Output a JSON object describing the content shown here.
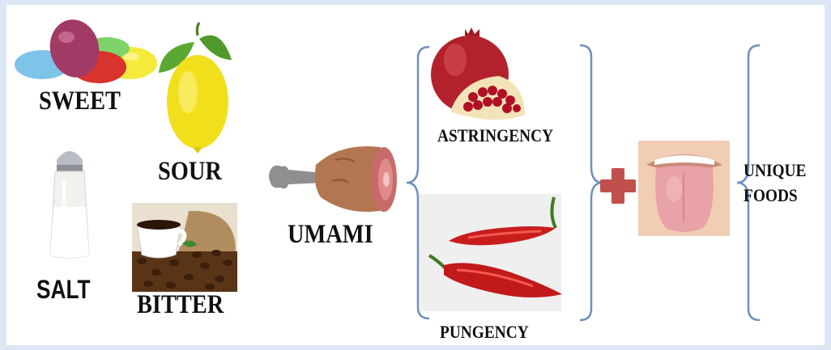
{
  "labels": {
    "sweet": "SWEET",
    "sour": "SOUR",
    "salt": "SALT",
    "bitter": "BITTER",
    "umami": "UMAMI",
    "astringency": "ASTRINGENCY",
    "pungency": "PUNGENCY",
    "unique_foods_line1": "UNIQUE",
    "unique_foods_line2": "FOODS"
  },
  "icons": {
    "sweet": "jelly-beans-icon",
    "sour": "lemon-icon",
    "salt": "salt-shaker-icon",
    "bitter": "coffee-icon",
    "umami": "meat-leg-icon",
    "astringency": "pomegranate-icon",
    "pungency": "red-pepper-icon",
    "plus": "plus-icon",
    "unique_foods": "tongue-icon"
  },
  "colors": {
    "bracket": "#6f8fc0",
    "plus": "#c0504d",
    "page_border": "#dde6f4"
  }
}
